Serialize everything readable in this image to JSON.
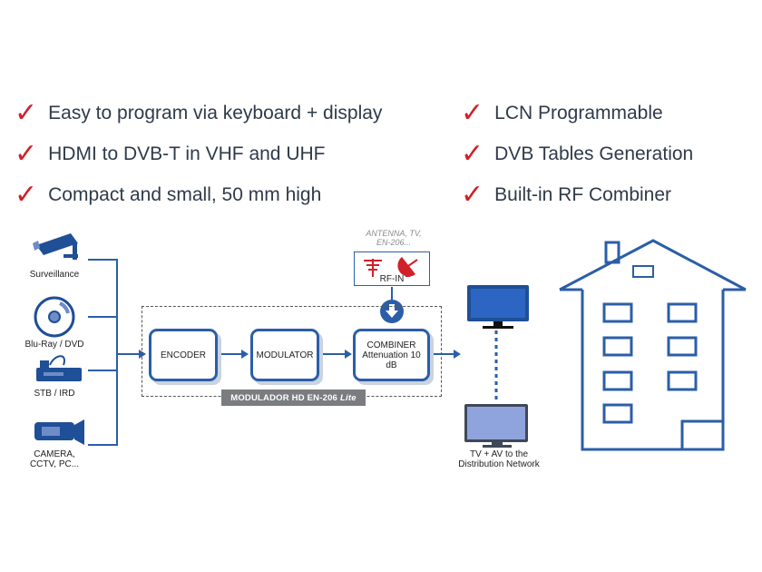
{
  "features": {
    "left": [
      "Easy to program via keyboard + display",
      "HDMI to DVB-T in VHF and UHF",
      "Compact and small, 50 mm high"
    ],
    "right": [
      "LCN Programmable",
      "DVB Tables Generation",
      "Built-in RF Combiner"
    ],
    "check_glyph": "✓",
    "check_color": "#d0202a"
  },
  "sources": {
    "surveillance": "Surveillance",
    "bluray": "Blu-Ray / DVD",
    "stb": "STB / IRD",
    "camera_line1": "CAMERA,",
    "camera_line2": "CCTV, PC..."
  },
  "modules": {
    "encoder": "ENCODER",
    "modulator": "MODULATOR",
    "combiner": "COMBINER",
    "combiner_sub": "Attenuation 10 dB"
  },
  "device": {
    "name": "MODULADOR HD EN-206",
    "variant": "Lite"
  },
  "antenna": {
    "line1": "ANTENNA, TV,",
    "line2": "EN-206...",
    "rf_in": "RF-IN"
  },
  "output": {
    "line1": "TV + AV to the",
    "line2": "Distribution Network"
  },
  "colors": {
    "accent_blue": "#2b5ea8",
    "icon_blue": "#1f4f96",
    "light_blue": "#6e8cc8",
    "red": "#d0202a"
  }
}
